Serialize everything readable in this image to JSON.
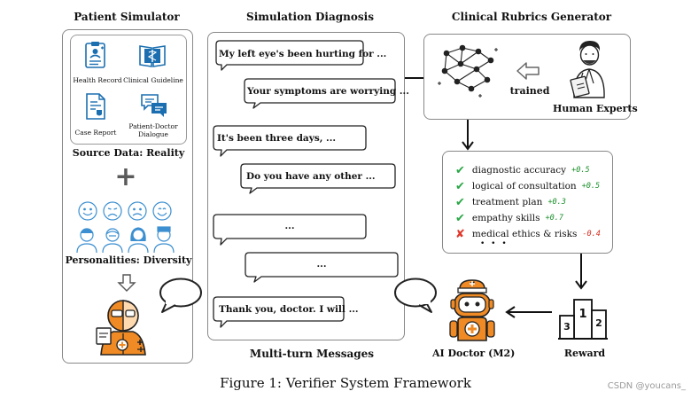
{
  "patient_simulator": {
    "title": "Patient  Simulator",
    "sources": {
      "health_record": "Health Record",
      "clinical_guideline": "Clinical Guideline",
      "case_report": "Case Report",
      "dialogue_line1": "Patient-Doctor",
      "dialogue_line2": "Dialogue"
    },
    "source_label": "Source Data: Reality",
    "plus": "+",
    "personalities_label": "Personalities: Diversity"
  },
  "simulation": {
    "title": "Simulation Diagnosis",
    "messages": [
      "My left eye's been hurting for ...",
      "Your symptoms are worrying ...",
      "It's been three days, ...",
      "Do you have any other ...",
      "...",
      "...",
      "Thank you, doctor. I will ..."
    ],
    "footer": "Multi-turn Messages"
  },
  "rubrics_generator": {
    "title": "Clinical Rubrics Generator",
    "trained_label": "trained",
    "experts_label": "Human Experts"
  },
  "rubrics": {
    "items": [
      {
        "label": "diagnostic accuracy",
        "score": "+0.5",
        "mark": "check"
      },
      {
        "label": "logical of  consultation",
        "score": "+0.5",
        "mark": "check"
      },
      {
        "label": "treatment plan",
        "score": "+0.3",
        "mark": "check"
      },
      {
        "label": "empathy skills",
        "score": "+0.7",
        "mark": "check"
      },
      {
        "label": "medical ethics & risks",
        "score": "-0.4",
        "mark": "cross"
      }
    ],
    "more": "• • •"
  },
  "ai_doctor": {
    "label": "AI Doctor (M2)"
  },
  "reward": {
    "label": "Reward",
    "podium": [
      "1",
      "2",
      "3"
    ]
  },
  "caption": "Figure 1: Verifier System Framework",
  "watermark": "CSDN @youcans_",
  "colors": {
    "icon_blue": "#1b6fb0",
    "orange": "#ef8a24",
    "check_green": "#29a745",
    "cross_red": "#e0382c",
    "score_green": "#1a8f2a",
    "score_red": "#d42a1e"
  }
}
